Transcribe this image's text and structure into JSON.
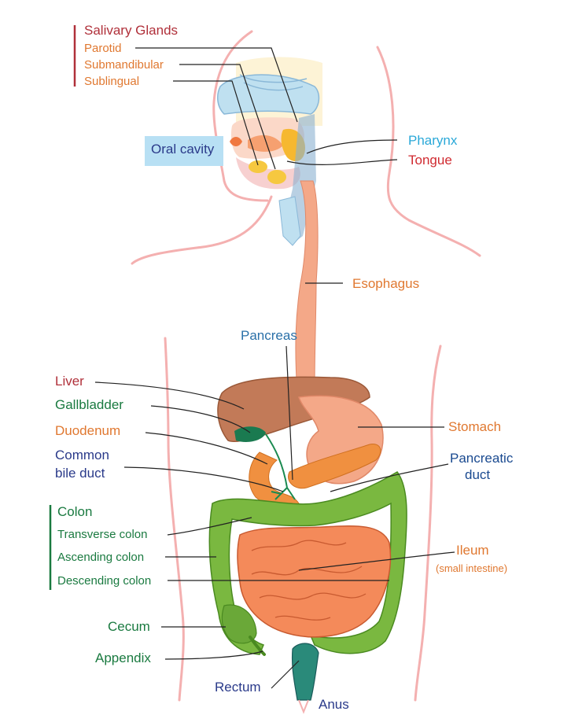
{
  "colors": {
    "salivary": "#b0303a",
    "salivary_sub": "#e07830",
    "oral_cavity": "#2a3a8a",
    "oral_cavity_bg": "#b8e0f4",
    "pharynx": "#2aa8d8",
    "tongue": "#d02a30",
    "esophagus": "#e07830",
    "pancreas": "#2a70a8",
    "liver": "#b0303a",
    "gallbladder": "#1a7a40",
    "duodenum": "#e07830",
    "common_bile_duct": "#2a3a8a",
    "stomach": "#e07830",
    "pancreatic_duct": "#1a4a90",
    "colon": "#1a7a40",
    "ileum": "#e07830",
    "cecum": "#1a7a40",
    "appendix": "#1a7a40",
    "rectum": "#2a3a8a",
    "anus": "#2a3a8a",
    "body_outline": "#f0a8a8"
  },
  "labels": {
    "salivary_glands": "Salivary Glands",
    "parotid": "Parotid",
    "submandibular": "Submandibular",
    "sublingual": "Sublingual",
    "oral_cavity": "Oral cavity",
    "pharynx": "Pharynx",
    "tongue": "Tongue",
    "esophagus": "Esophagus",
    "pancreas": "Pancreas",
    "liver": "Liver",
    "gallbladder": "Gallbladder",
    "duodenum": "Duodenum",
    "common": "Common",
    "bile_duct": "bile duct",
    "stomach": "Stomach",
    "pancreatic": "Pancreatic",
    "duct": "duct",
    "colon": "Colon",
    "transverse_colon": "Transverse colon",
    "ascending_colon": "Ascending colon",
    "descending_colon": "Descending colon",
    "ileum": "Ileum",
    "small_intestine": "(small intestine)",
    "cecum": "Cecum",
    "appendix": "Appendix",
    "rectum": "Rectum",
    "anus": "Anus"
  }
}
